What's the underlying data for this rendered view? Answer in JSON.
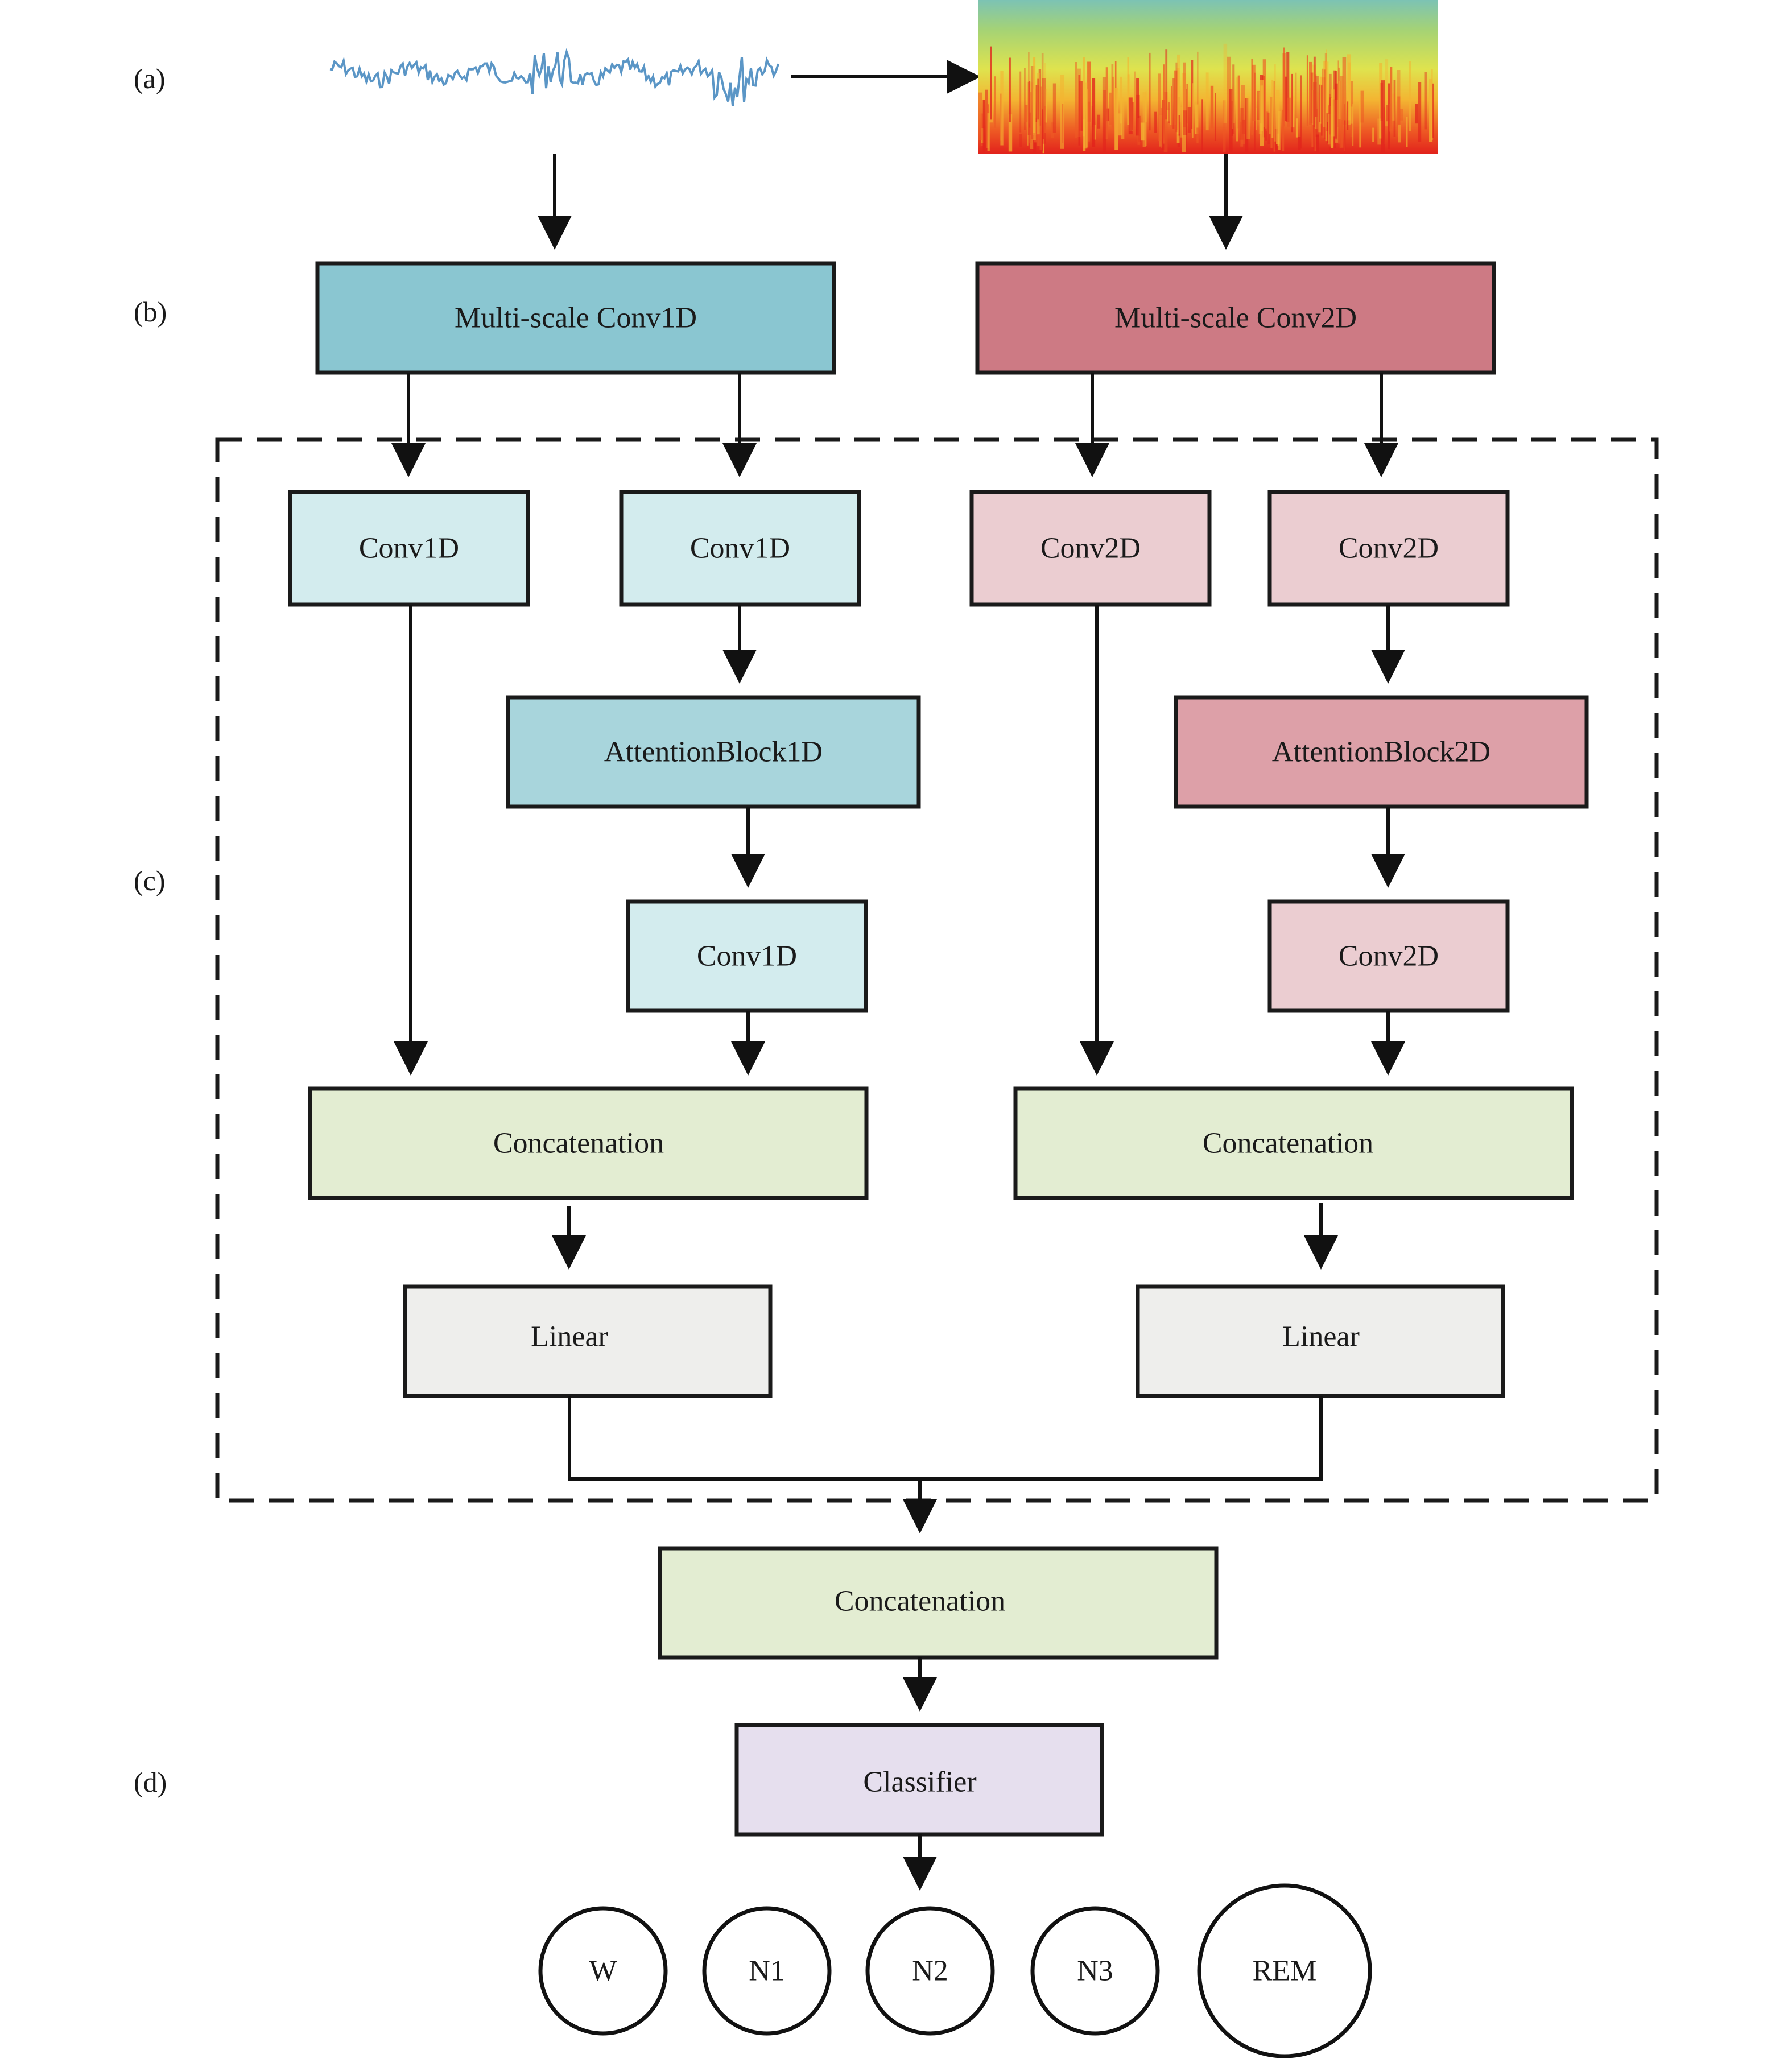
{
  "row_labels": {
    "a": "(a)",
    "b": "(b)",
    "c": "(c)",
    "d": "(d)"
  },
  "branch_1d": {
    "encoder": "Multi-scale Conv1D",
    "conv_left": "Conv1D",
    "conv_right": "Conv1D",
    "attention": "AttentionBlock1D",
    "conv_after_attention": "Conv1D",
    "concat": "Concatenation",
    "linear": "Linear"
  },
  "branch_2d": {
    "encoder": "Multi-scale Conv2D",
    "conv_left": "Conv2D",
    "conv_right": "Conv2D",
    "attention": "AttentionBlock2D",
    "conv_after_attention": "Conv2D",
    "concat": "Concatenation",
    "linear": "Linear"
  },
  "fusion": {
    "concat": "Concatenation",
    "classifier": "Classifier"
  },
  "outputs": [
    "W",
    "N1",
    "N2",
    "N3",
    "REM"
  ],
  "colors": {
    "teal_dark": "#8ac6d1",
    "teal_mid": "#a8d5dc",
    "teal_light": "#d3ecee",
    "rose_dark": "#cd7a84",
    "rose_mid": "#dda0a8",
    "rose_light": "#ebcdd1",
    "green_light": "#e3edd2",
    "gray_light": "#eeeeec",
    "lavender": "#e6dfee",
    "signal": "#5b96c6"
  }
}
